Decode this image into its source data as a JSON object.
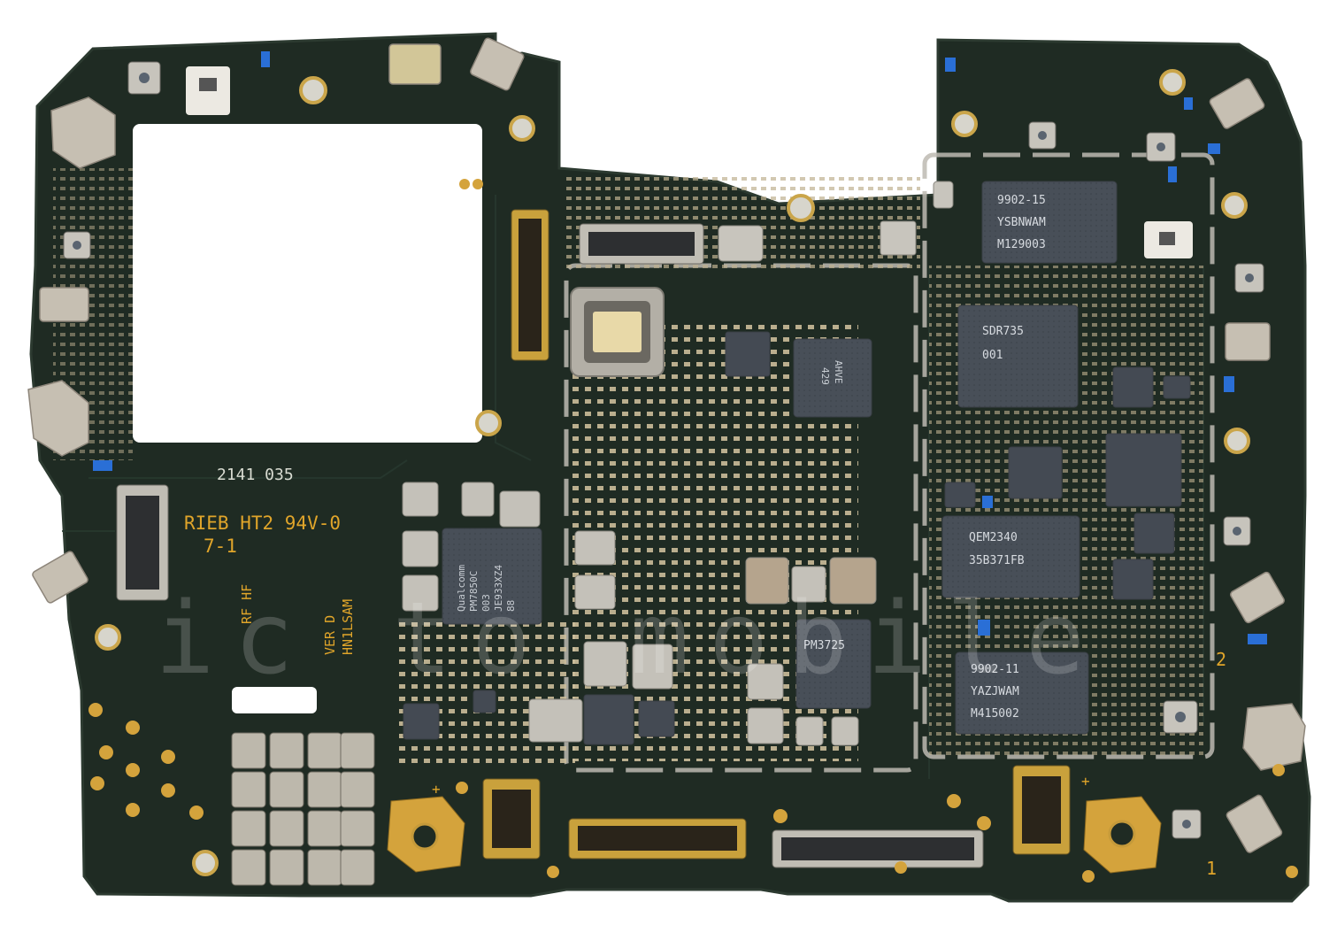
{
  "board": {
    "colors": {
      "substrate": "#1e2a22",
      "edge": "#2c3a30",
      "trace": "#25342a",
      "gold": "#d4a33c",
      "shield": "#c9c6bd",
      "chip": "#454b54",
      "passive": "#c8b99a",
      "silk": "#d9dcd2",
      "silk_gold": "#e0a52a",
      "blue_part": "#2a6fd6"
    },
    "silkscreen": {
      "date_code": "2141 035",
      "ul_mark": "RIEB HT2 94V-0",
      "rev": "7-1",
      "rf_hf": "RF HF",
      "ver": "VER D",
      "maker": "HN1LSAM",
      "marker_2": "2",
      "marker_1": "1",
      "plus_left": "+",
      "plus_right": "+"
    },
    "chips": {
      "pmic_main": {
        "line1": "Qualcomm",
        "line2": "PM7850C",
        "line3": "003",
        "line4": "JE933XZ4",
        "line5": "88"
      },
      "sdr": {
        "line1": "SDR735",
        "line2": "001"
      },
      "qem": {
        "line1": "QEM2340",
        "line2": "35B371FB"
      },
      "pa_top": {
        "line1": "9902-15",
        "line2": "YSBNWAM",
        "line3": "M129003"
      },
      "pa_bottom": {
        "line1": "9902-11",
        "line2": "YAZJWAM",
        "line3": "M415002"
      },
      "pmic_aux": {
        "line1": "PM3725"
      },
      "mem": {
        "line1": "AHVE",
        "line2": "429"
      }
    },
    "watermark": "ic to mobile"
  }
}
